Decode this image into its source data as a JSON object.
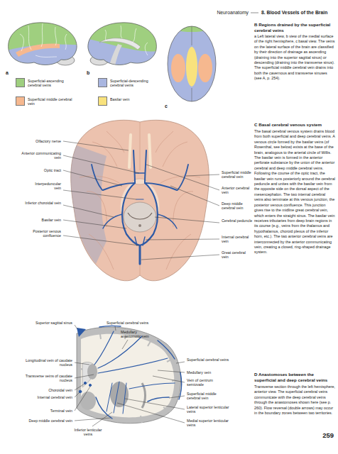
{
  "diagram": {
    "labels": [
      "Neuroanatomy",
      "8. Blood Vessels of the Brain",
      "a",
      "b",
      "c",
      "B Regions drained by the superficial cerebral veins",
      "a Left lateral view, b view of the medial surface of the right hemisphere, c basal view. The veins on the lateral surface of the brain are classified by their direction of drainage as ascending (draining into the superior sagittal sinus) or descending (draining into the transverse sinus). The superficial middle cerebral vein drains into both the cavernous and transverse sinuses (see A, p. 254).",
      "Olfactory nerve",
      "Anterior communicating vein",
      "Optic tract",
      "Interpeduncular vein",
      "Inferior choroidal vein",
      "Basilar vein",
      "Posterior venous confluence",
      "Superficial middle cerebral vein",
      "Anterior cerebral vein",
      "Deep middle cerebral vein",
      "Cerebral peduncle",
      "Internal cerebral vein",
      "Great cerebral vein",
      "C Basal cerebral venous system",
      "The basal cerebral venous system drains blood from both superficial and deep cerebral veins. A venous circle formed by the basilar veins (of Rosenthal, see below) exists at the base of the brain, analogous to the arterial circle of Willis. The basilar vein is formed in the anterior perforate substance by the union of the anterior cerebral and deep middle cerebral veins. Following the course of the optic tract, the basilar vein runs posteriorly around the cerebral peduncle and unites with the basilar vein from the opposite side on the dorsal aspect of the mesencephalon. The two internal cerebral veins also terminate at this venous junction, the posterior venous confluence. This junction gives rise to the midline great cerebral vein, which enters the straight sinus. The basilar vein receives tributaries from deep brain regions in its course (e.g., veins from the thalamus and hypothalamus, choroid plexus of the inferior horn, etc.). The two anterior cerebral veins are interconnected by the anterior communicating vein, creating a closed, ring-shaped drainage system.",
      "Superior sagittal sinus",
      "Superficial cerebral veins",
      "Medullary anastomotic vein",
      "Longitudinal vein of caudate nucleus",
      "Transverse veins of caudate nucleus",
      "Choroidal vein",
      "Internal cerebral vein",
      "Terminal vein",
      "Deep middle cerebral vein",
      "Inferior lenticular veins",
      "Superficial cerebral veins",
      "Medullary vein",
      "Vein of centrum semiovale",
      "Superficial middle cerebral vein",
      "Lateral superior lenticular veins",
      "Medial superior lenticular veins",
      "D Anastomoses between the superficial and deep cerebral veins",
      "Transverse section through the left hemisphere, anterior view. The superficial cerebral veins communicate with the deep cerebral veins through the anastomoses shown here (see p. 260). Flow reversal (double arrows) may occur in the boundary zones between two territories.",
      "259"
    ],
    "legend": [
      {
        "text": "Superficial-ascending cerebral veins",
        "color": "#9fcf7f"
      },
      {
        "text": "Superficial-descending cerebral veins",
        "color": "#a9b6e0"
      },
      {
        "text": "Superficial middle cerebral vein",
        "color": "#f6b88f"
      },
      {
        "text": "Basilar vein",
        "color": "#f9e27d"
      }
    ]
  }
}
